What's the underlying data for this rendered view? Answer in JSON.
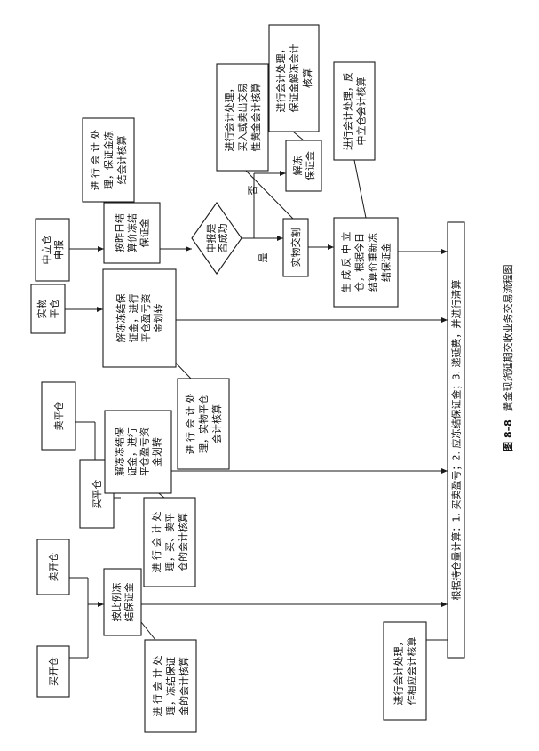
{
  "figure": {
    "number": "图 8–8",
    "title": "黄金现货延期交收业务交易流程图"
  },
  "boxes": {
    "buy_open": [
      "买开仓"
    ],
    "sell_open": [
      "卖开仓"
    ],
    "freeze_ratio": [
      "按比例冻",
      "结保证金"
    ],
    "note_open": [
      "进 行 会 计 处",
      "理，冻结保证",
      "金的会计核算"
    ],
    "buy_close": [
      "买平仓"
    ],
    "sell_close": [
      "卖平仓"
    ],
    "unfreeze_close": [
      "解冻冻结保",
      "证金，进行",
      "平仓盈亏资",
      "金划转"
    ],
    "note_close": [
      "进 行 会 计 处",
      "理，买、卖平",
      "仓的会计核算"
    ],
    "phys_close": [
      "实物",
      "平仓"
    ],
    "unfreeze_phys": [
      "解冻冻结保",
      "证金，进行",
      "平仓盈亏资",
      "金划转"
    ],
    "note_phys": [
      "进 行 会 计 处",
      "理，实物平仓",
      "会计核算"
    ],
    "neutral_apply": [
      "中立仓",
      "申报"
    ],
    "freeze_neutral": [
      "按昨日结",
      "算价冻结",
      "保证金"
    ],
    "note_neutral": [
      "进 行 会 计 处",
      "理，保证金冻",
      "结会计核算"
    ],
    "decision": [
      "申报是",
      "否成功"
    ],
    "label_no": "否",
    "label_yes": "是",
    "unfreeze_margin": [
      "解冻",
      "保证金"
    ],
    "note_unfreeze": [
      "进行会计处理，",
      "保证金解冻会计",
      "核算"
    ],
    "physical_deal": [
      "实物交割"
    ],
    "note_physical": [
      "进行会计处理，",
      "买入或卖出交易",
      "性黄金会计核算"
    ],
    "reverse_neutral": [
      "生 成 反 中 立",
      "仓，根据今日",
      "结算价重新冻",
      "结保证金"
    ],
    "note_reverse": [
      "进行会计处理，反",
      "中立仓会计核算"
    ],
    "settlement": [
      "根据持仓量计算：1. 买卖盈亏；2. 应冻结保证金；3. 递延费，并进行清算"
    ],
    "note_settlement": [
      "进行会计处理，",
      "作相应会计核算"
    ]
  }
}
